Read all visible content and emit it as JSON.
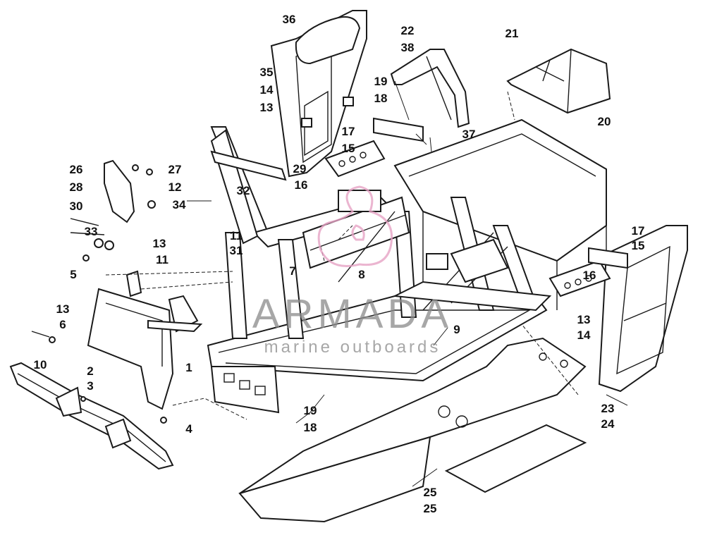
{
  "diagram": {
    "callouts": [
      "36",
      "22",
      "38",
      "21",
      "35",
      "14",
      "19",
      "18",
      "13",
      "20",
      "37",
      "17",
      "15",
      "26",
      "27",
      "29",
      "28",
      "12",
      "16",
      "30",
      "34",
      "32",
      "33",
      "13",
      "11",
      "31",
      "5",
      "11",
      "7",
      "8",
      "13",
      "6",
      "9",
      "10",
      "2",
      "3",
      "1",
      "4",
      "19",
      "18",
      "17",
      "15",
      "16",
      "13",
      "14",
      "23",
      "24",
      "25",
      "25"
    ]
  },
  "watermark": {
    "brand": "ARMADA",
    "tagline": "marine outboards",
    "logo_color": "#e6a3c4"
  }
}
